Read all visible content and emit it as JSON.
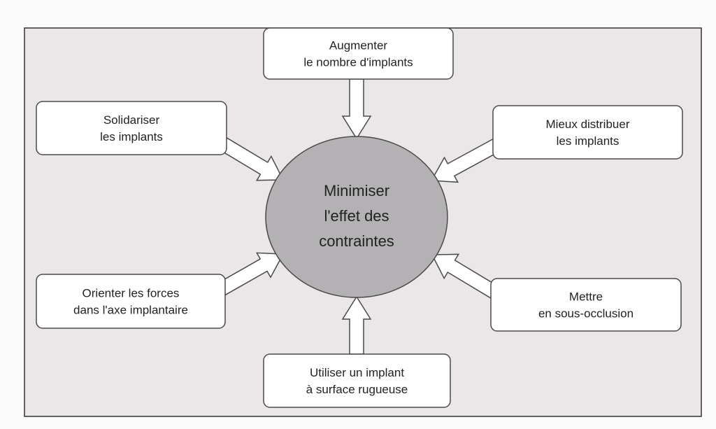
{
  "diagram": {
    "center": {
      "lines": [
        "Minimiser",
        "l'effet des",
        "contraintes"
      ]
    },
    "nodes": [
      {
        "id": "top",
        "lines": [
          "Augmenter",
          "le nombre d'implants"
        ]
      },
      {
        "id": "top-left",
        "lines": [
          "Solidariser",
          "les implants"
        ]
      },
      {
        "id": "top-right",
        "lines": [
          "Mieux distribuer",
          "les implants"
        ]
      },
      {
        "id": "bottom-left",
        "lines": [
          "Orienter les forces",
          "dans l'axe implantaire"
        ]
      },
      {
        "id": "bottom-right",
        "lines": [
          "Mettre",
          "en sous-occlusion"
        ]
      },
      {
        "id": "bottom",
        "lines": [
          "Utiliser un implant",
          "à surface rugueuse"
        ]
      }
    ],
    "colors": {
      "background": "#ebe7e9",
      "center_fill": "#b3b1b3",
      "stroke": "#4a4a4a",
      "box_fill": "#ffffff"
    }
  }
}
